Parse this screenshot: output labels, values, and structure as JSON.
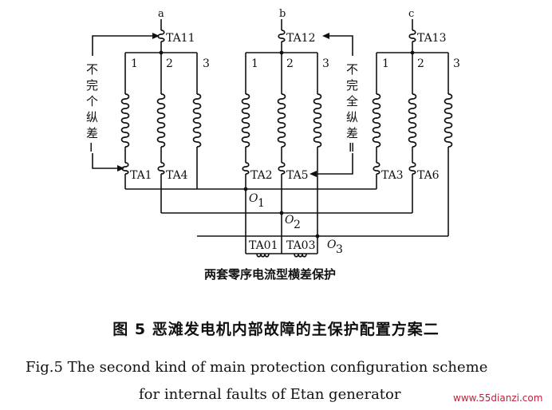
{
  "phases": [
    "a",
    "b",
    "c"
  ],
  "winding_numbers": [
    "1",
    "2",
    "3"
  ],
  "ct_labels": {
    "ta11": "TA11",
    "ta12": "TA12",
    "ta13": "TA13",
    "ta1": "TA1",
    "ta2": "TA2",
    "ta3": "TA3",
    "ta4": "TA4",
    "ta5": "TA5",
    "ta6": "TA6",
    "ta01": "TA01",
    "ta03": "TA03"
  },
  "neutral_labels": {
    "o1": "O",
    "o1_sub": "1",
    "o2": "O",
    "o2_sub": "2",
    "o3": "O",
    "o3_sub": "3"
  },
  "vertical_labels": {
    "left": [
      "不",
      "完",
      "个",
      "纵",
      "差",
      "Ⅰ"
    ],
    "right": [
      "不",
      "完",
      "全",
      "纵",
      "差",
      "Ⅱ"
    ]
  },
  "subtitle": "两套零序电流型横差保护",
  "caption_cn": "图 5   恶滩发电机内部故障的主保护配置方案二",
  "caption_en_line1": "Fig.5   The second kind of main protection configuration scheme",
  "caption_en_line2": "for internal faults of Etan generator",
  "watermark": "www.55dianzi.com"
}
